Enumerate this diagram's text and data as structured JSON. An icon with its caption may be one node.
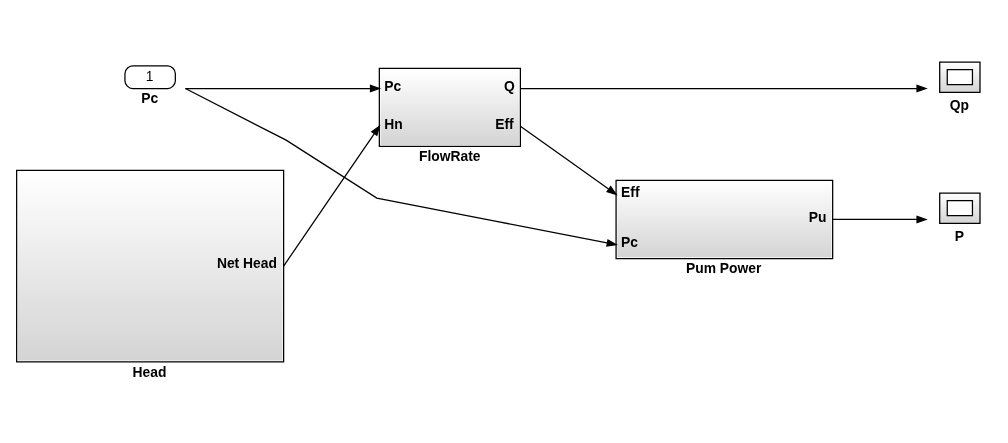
{
  "diagram": {
    "nodes": [
      {
        "text": [
          "Net Head"
        ],
        "beside": [
          "Head"
        ]
      },
      {
        "text": [
          "Pc",
          "Q",
          "Hn",
          "Eff"
        ],
        "beside": [
          "FlowRate"
        ]
      },
      {
        "text": [
          "Eff",
          "Pc",
          "Pu"
        ],
        "beside": [
          "Pum Power"
        ]
      },
      {
        "text": [
          "1"
        ],
        "beside": [
          "Pc"
        ]
      },
      {
        "text": [],
        "shape": "box",
        "beside": [
          "Qp"
        ]
      },
      {
        "text": [],
        "shape": "box",
        "beside": [
          "P"
        ]
      }
    ],
    "edges": [
      {
        "from": 0,
        "to": 1,
        "arrow": "to"
      },
      {
        "from": 1,
        "to": 4,
        "arrow": "to"
      },
      {
        "from": 1,
        "to": 2,
        "arrow": "to"
      },
      {
        "from": 3,
        "to": 1,
        "arrow": "to"
      },
      {
        "from": 3,
        "to": 2,
        "arrow": "to"
      },
      {
        "from": 2,
        "to": 5,
        "arrow": "to"
      }
    ]
  }
}
